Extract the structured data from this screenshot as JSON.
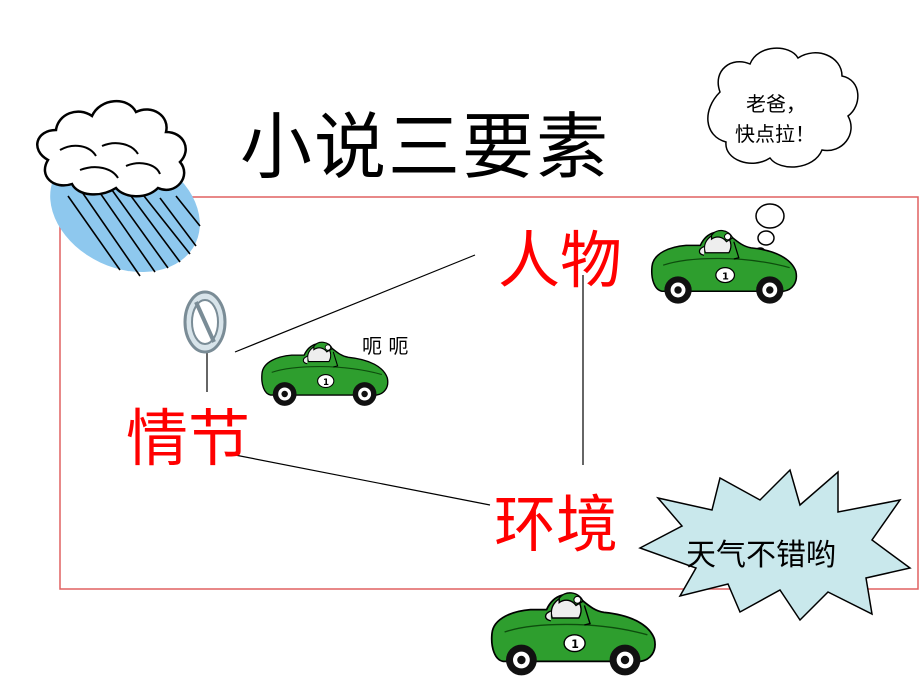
{
  "title": "小说三要素",
  "nodes": {
    "characters": "人物",
    "plot": "情节",
    "setting": "环境"
  },
  "bubbles": {
    "thought": "老爸，\n快点拉！",
    "thought_line1": "老爸，",
    "thought_line2": "快点拉！",
    "murmur": "呃 呃",
    "burst": "天气不错哟"
  },
  "colors": {
    "frame": "#e06060",
    "node_text": "#ff0000",
    "car_body": "#2e9e2e",
    "cloud": "#8ec8ee",
    "burst_fill": "#c9e8ec"
  }
}
